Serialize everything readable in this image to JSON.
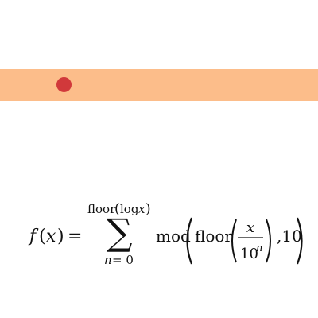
{
  "colors": {
    "background": "#ffffff",
    "band": "#fcbd8a",
    "dot": "#d1393b",
    "text": "#111111"
  },
  "formula": {
    "lhs_f": "f",
    "lhs_x": "x",
    "lhs_open": "(",
    "lhs_close": ")",
    "equals": "=",
    "sum_symbol": "∑",
    "upper_floor": "floor",
    "upper_open": "(",
    "upper_log": "log",
    "upper_x": "x",
    "upper_close": ")",
    "lower_n": "n",
    "lower_eq": "= 0",
    "mod": "mod",
    "floor": "floor",
    "numerator": "x",
    "denominator_base": "10",
    "denominator_exp": "n",
    "comma_ten": ",10"
  }
}
